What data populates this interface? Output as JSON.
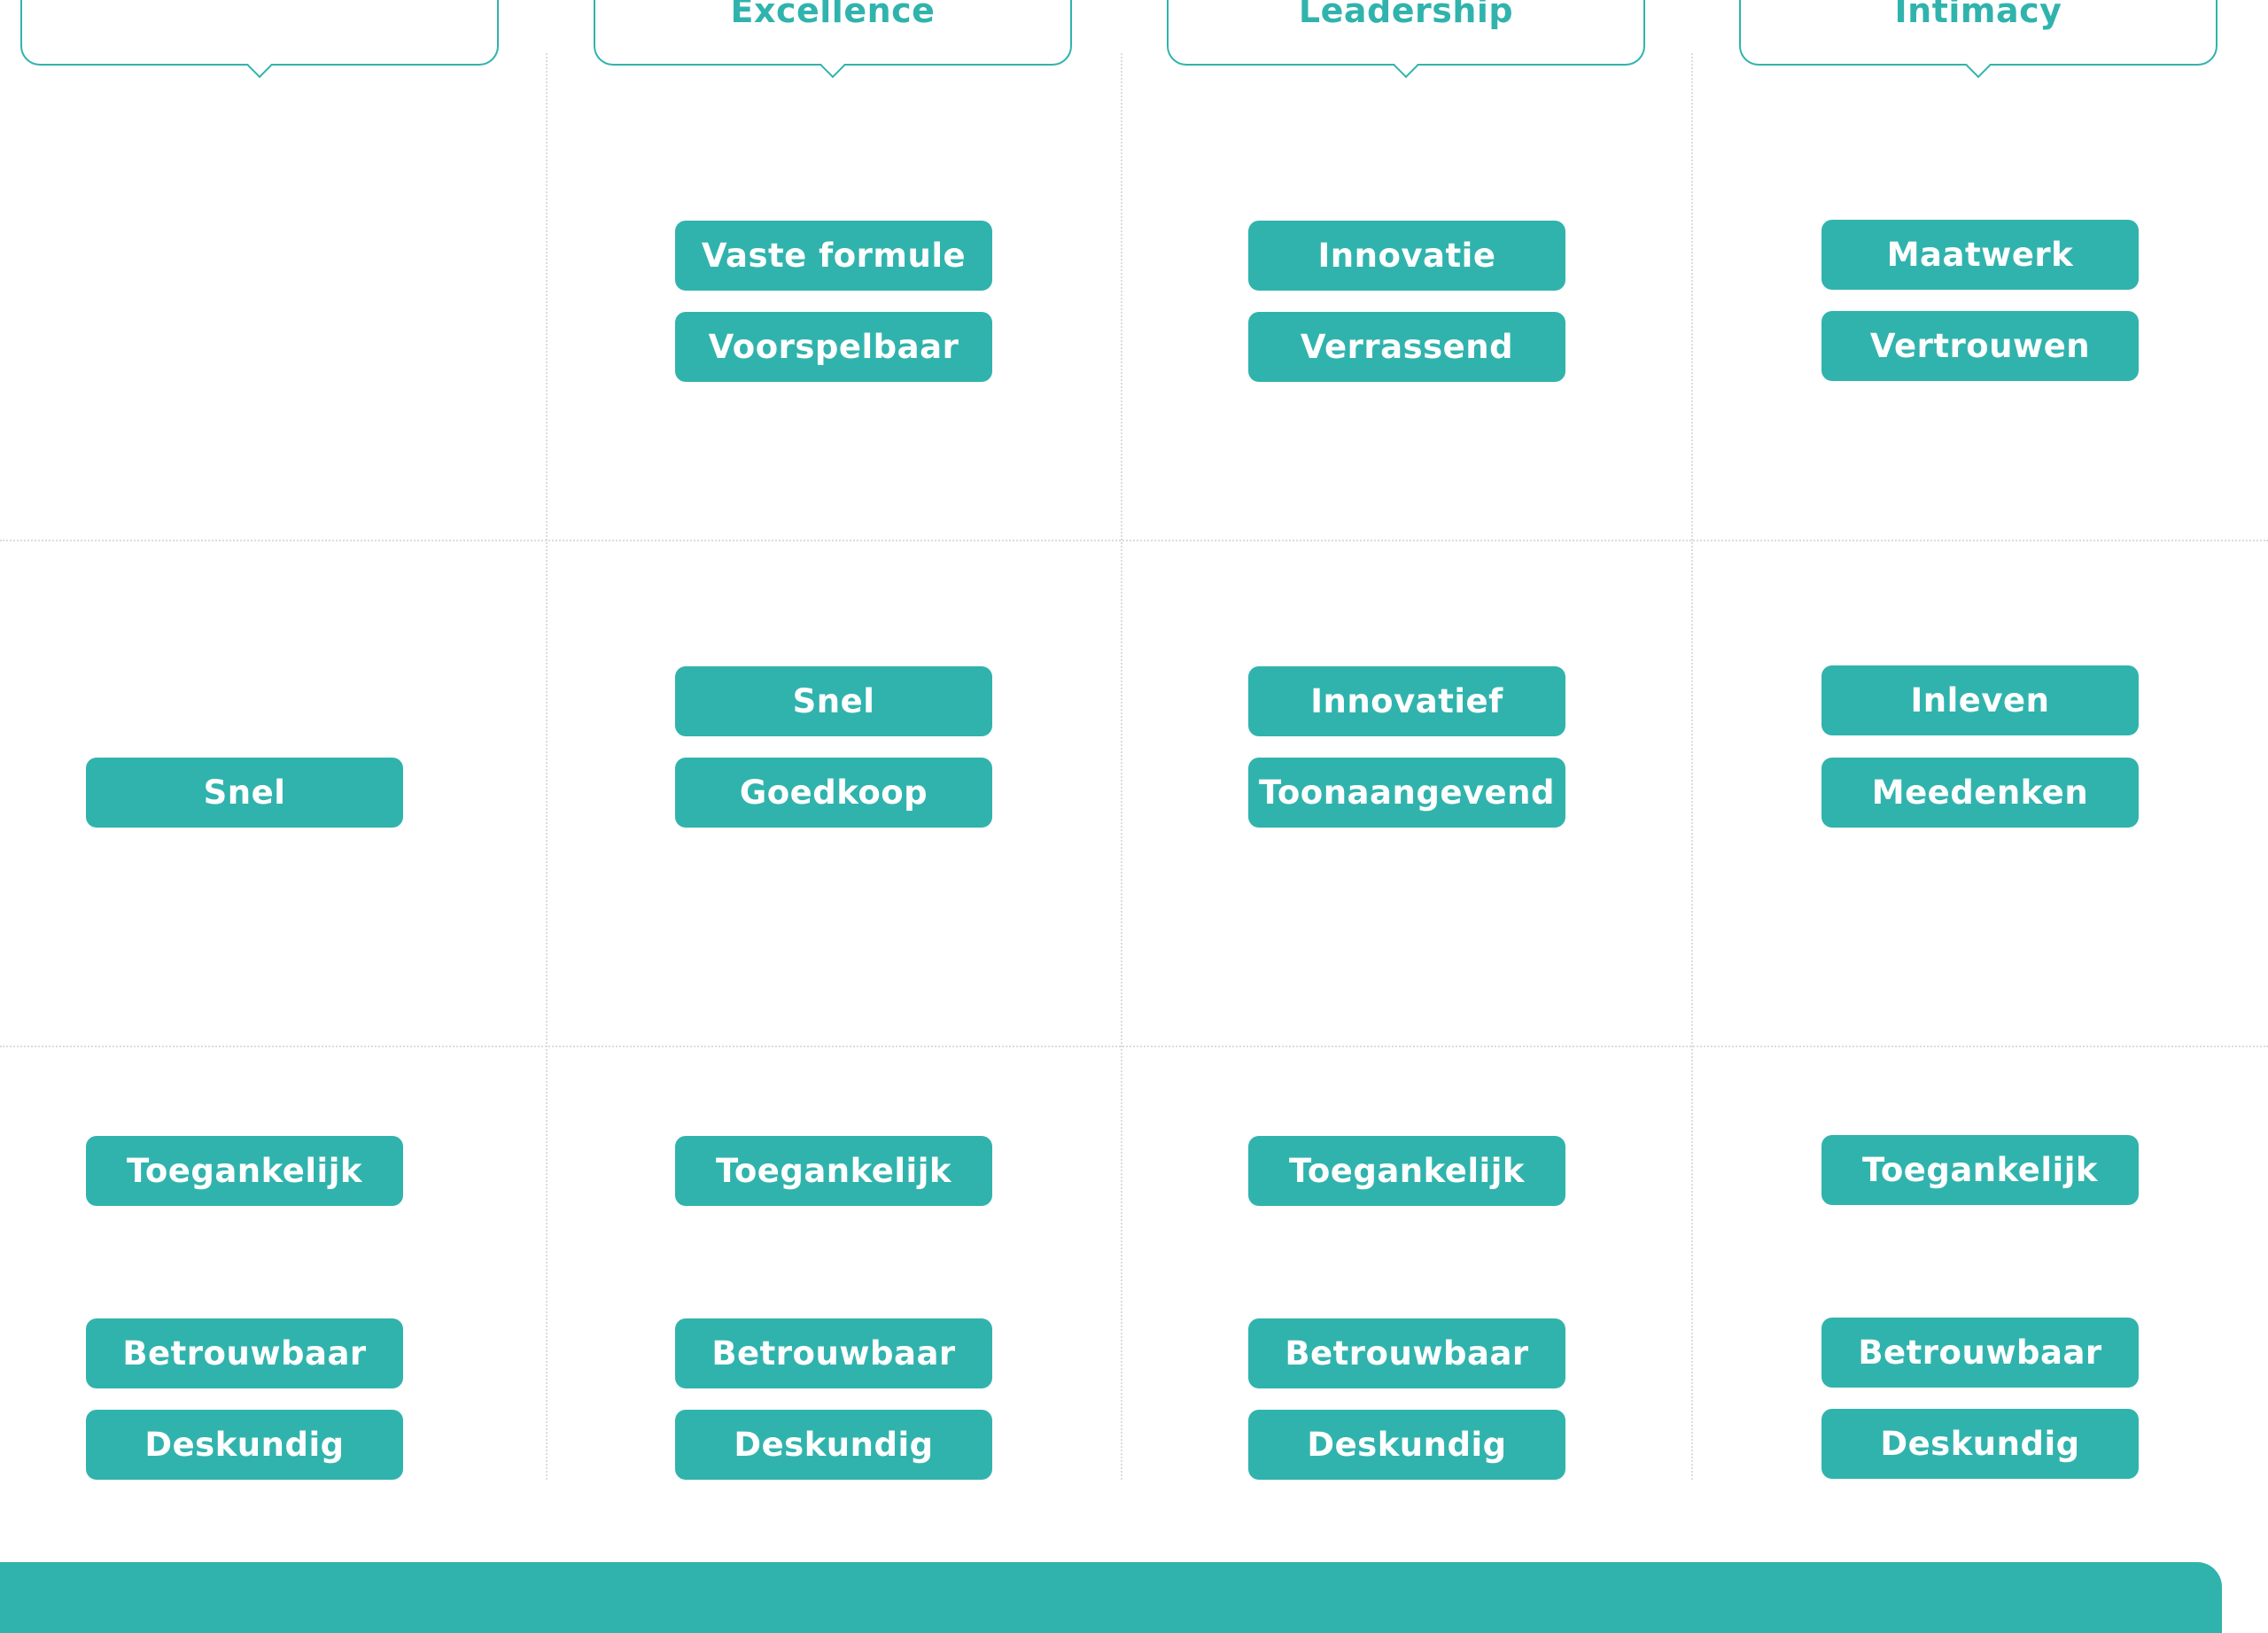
{
  "colors": {
    "accent": "#31b3ad",
    "pill_text": "#ffffff",
    "grid": "#dcdcdc",
    "background": "#ffffff"
  },
  "headers": [
    "",
    "Excellence",
    "Leadership",
    "Intimacy"
  ],
  "columns": [
    {
      "header": "",
      "groups": [
        [],
        [
          "Snel"
        ],
        [
          "Toegankelijk"
        ],
        [
          "Betrouwbaar",
          "Deskundig"
        ]
      ]
    },
    {
      "header": "Excellence",
      "groups": [
        [
          "Vaste formule",
          "Voorspelbaar"
        ],
        [
          "Snel",
          "Goedkoop"
        ],
        [
          "Toegankelijk"
        ],
        [
          "Betrouwbaar",
          "Deskundig"
        ]
      ]
    },
    {
      "header": "Leadership",
      "groups": [
        [
          "Innovatie",
          "Verrassend"
        ],
        [
          "Innovatief",
          "Toonaangevend"
        ],
        [
          "Toegankelijk"
        ],
        [
          "Betrouwbaar",
          "Deskundig"
        ]
      ]
    },
    {
      "header": "Intimacy",
      "groups": [
        [
          "Maatwerk",
          "Vertrouwen"
        ],
        [
          "Inleven",
          "Meedenken"
        ],
        [
          "Toegankelijk"
        ],
        [
          "Betrouwbaar",
          "Deskundig"
        ]
      ]
    }
  ]
}
